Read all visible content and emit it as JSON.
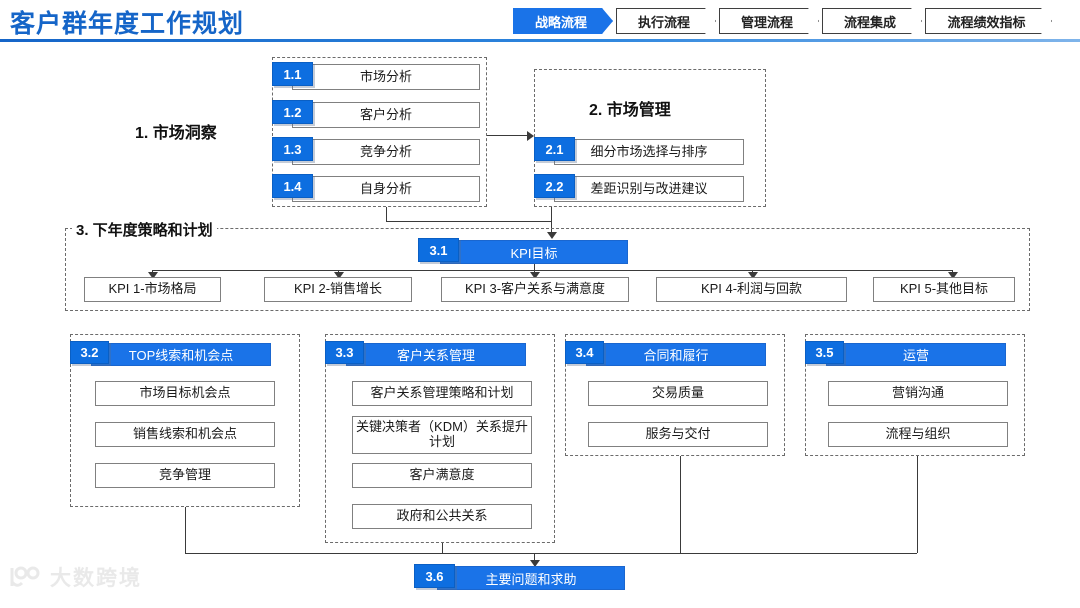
{
  "header": {
    "title": "客户群年度工作规划",
    "tabs": [
      {
        "label": "战略流程",
        "active": true
      },
      {
        "label": "执行流程",
        "active": false
      },
      {
        "label": "管理流程",
        "active": false
      },
      {
        "label": "流程集成",
        "active": false
      },
      {
        "label": "流程绩效指标",
        "active": false
      }
    ]
  },
  "colors": {
    "brand_blue": "#1565c8",
    "badge_blue": "#0d6ee0",
    "bar_blue": "#1a73e8",
    "box_border": "#808080",
    "dash_border": "#6b6b6b"
  },
  "section1": {
    "heading": "1. 市场洞察",
    "items": [
      {
        "no": "1.1",
        "label": "市场分析"
      },
      {
        "no": "1.2",
        "label": "客户分析"
      },
      {
        "no": "1.3",
        "label": "竞争分析"
      },
      {
        "no": "1.4",
        "label": "自身分析"
      }
    ]
  },
  "section2": {
    "heading": "2. 市场管理",
    "items": [
      {
        "no": "2.1",
        "label": "细分市场选择与排序"
      },
      {
        "no": "2.2",
        "label": "差距识别与改进建议"
      }
    ]
  },
  "section3": {
    "heading": "3. 下年度策略和计划",
    "kpi_header": {
      "no": "3.1",
      "label": "KPI目标"
    },
    "kpis": [
      "KPI 1-市场格局",
      "KPI 2-销售增长",
      "KPI 3-客户关系与满意度",
      "KPI 4-利润与回款",
      "KPI 5-其他目标"
    ],
    "columns": [
      {
        "no": "3.2",
        "title": "TOP线索和机会点",
        "items": [
          "市场目标机会点",
          "销售线索和机会点",
          "竞争管理"
        ]
      },
      {
        "no": "3.3",
        "title": "客户关系管理",
        "items": [
          "客户关系管理策略和计划",
          "关键决策者（KDM）关系提升计划",
          "客户满意度",
          "政府和公共关系"
        ]
      },
      {
        "no": "3.4",
        "title": "合同和履行",
        "items": [
          "交易质量",
          "服务与交付"
        ]
      },
      {
        "no": "3.5",
        "title": "运营",
        "items": [
          "营销沟通",
          "流程与组织"
        ]
      }
    ],
    "footer": {
      "no": "3.6",
      "label": "主要问题和求助"
    }
  },
  "watermark": {
    "text": "大数跨境"
  }
}
